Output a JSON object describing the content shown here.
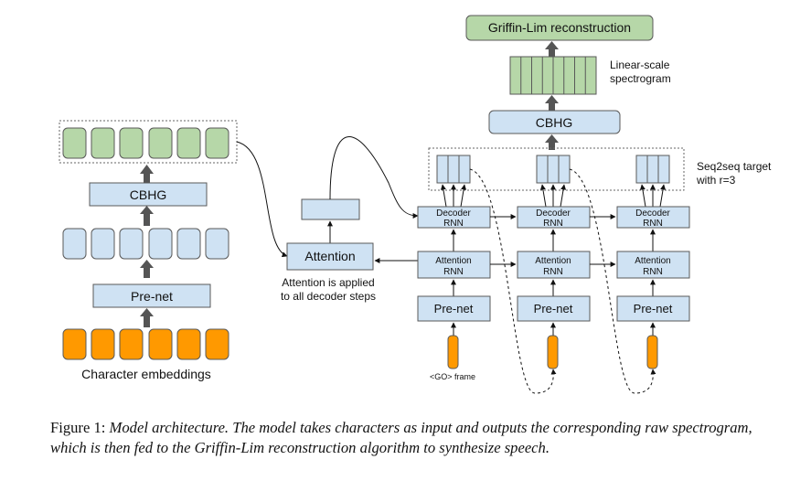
{
  "colors": {
    "light_blue": "#cfe2f3",
    "light_green": "#b6d7a8",
    "orange": "#ff9900",
    "border": "#595959",
    "arrow_dark": "#555555"
  },
  "labels": {
    "griffin_lim": "Griffin-Lim reconstruction",
    "linear_scale_1": "Linear-scale",
    "linear_scale_2": "spectrogram",
    "cbhg_right": "CBHG",
    "seq2seq_1": "Seq2seq target",
    "seq2seq_2": "with r=3",
    "cbhg_left": "CBHG",
    "prenet_left": "Pre-net",
    "char_embeddings": "Character embeddings",
    "attention": "Attention",
    "attention_note_1": "Attention is applied",
    "attention_note_2": "to all decoder steps",
    "decoder_rnn_1": "Decoder",
    "decoder_rnn_2": "RNN",
    "attention_rnn_1": "Attention",
    "attention_rnn_2": "RNN",
    "prenet_step": "Pre-net",
    "go_frame": "<GO> frame"
  },
  "caption": {
    "figure_label": "Figure 1: ",
    "text": "Model architecture. The model takes characters as input and outputs the corresponding raw spectrogram, which is then fed to the Griffin-Lim reconstruction algorithm to synthesize speech."
  }
}
